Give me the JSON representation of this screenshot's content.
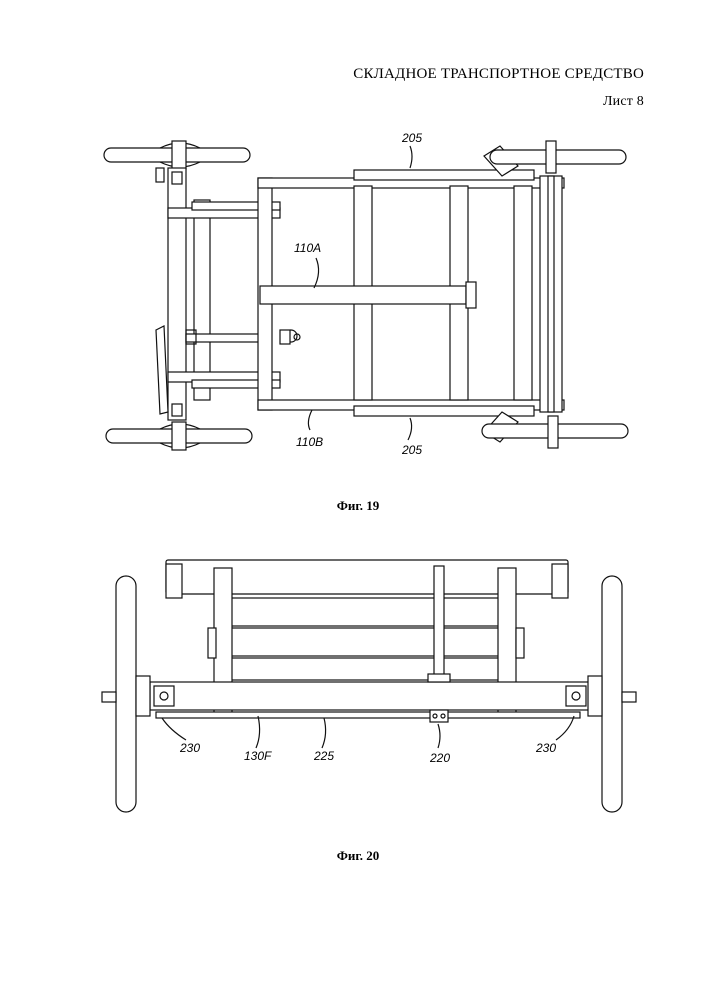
{
  "header": {
    "title": "СКЛАДНОЕ ТРАНСПОРТНОЕ СРЕДСТВО",
    "sheet": "Лист 8"
  },
  "figures": [
    {
      "caption": "Фиг. 19",
      "labels": {
        "seat_top": "205",
        "seat_bottom": "205",
        "beam_a": "110A",
        "beam_b": "110B"
      }
    },
    {
      "caption": "Фиг. 20",
      "labels": {
        "pivot_left": "230",
        "beam": "130F",
        "rod": "225",
        "bracket": "220",
        "pivot_right": "230"
      }
    }
  ]
}
